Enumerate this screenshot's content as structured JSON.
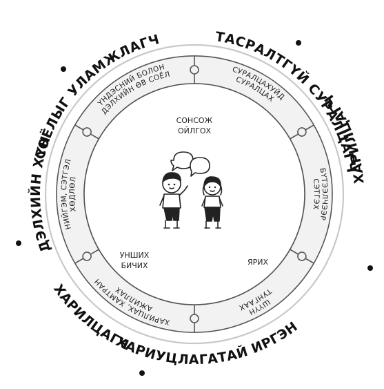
{
  "outer_labels": [
    {
      "id": "cultural",
      "text": "СОЁЛЫГ УЛАМЖЛАГЧ"
    },
    {
      "id": "lifelong",
      "text": "ТАСРАЛТГҮЙ СУРАЛЦАГЧ"
    },
    {
      "id": "communicative",
      "text": "ХАРИЛЦАГЧ"
    },
    {
      "id": "cooperative",
      "text": "ХАРИЛЦАГЧ"
    },
    {
      "id": "participant",
      "text": "ХАРИУЦЛАГАТАЙ ИРГЭН"
    },
    {
      "id": "global",
      "text": "ДЭЛХИЙН ХҮН"
    }
  ],
  "segments": [
    {
      "id": "seg-national-world-culture",
      "lines": [
        "ҮНДЭСНИЙ БОЛОН",
        "ДЭЛХИЙН ӨВ СОЁЛ"
      ]
    },
    {
      "id": "seg-learning",
      "lines": [
        "СУРАЛЦАХУЙД",
        "СУРАЛЦАХ"
      ]
    },
    {
      "id": "seg-self-expression",
      "lines": [
        "БҮТЭЭЛЧЭЭР",
        "СЭТГЭХ"
      ]
    },
    {
      "id": "seg-agency",
      "lines": [
        "ШҮҮН",
        "ТУНГААХ"
      ]
    },
    {
      "id": "seg-cooperation",
      "lines": [
        "ХАРИЛЦАХ, ХАМТРАН",
        "АЖИЛЛАХ"
      ]
    },
    {
      "id": "seg-social-emotional",
      "lines": [
        "НИЙГЭМ, СЭТГЭЛ",
        "ХӨДЛӨЛ"
      ]
    }
  ],
  "inner_labels": {
    "listen": [
      "СОНСОЖ",
      "ОЙЛГОХ"
    ],
    "speak": [
      "ЯРИХ"
    ],
    "read_write": [
      "УНШИХ",
      "БИЧИХ"
    ]
  },
  "colors": {
    "ring_fill": "#f2f2f2",
    "ring_stroke": "#555555",
    "outer_ring": "#c8c8c8",
    "bullet": "#111111"
  }
}
